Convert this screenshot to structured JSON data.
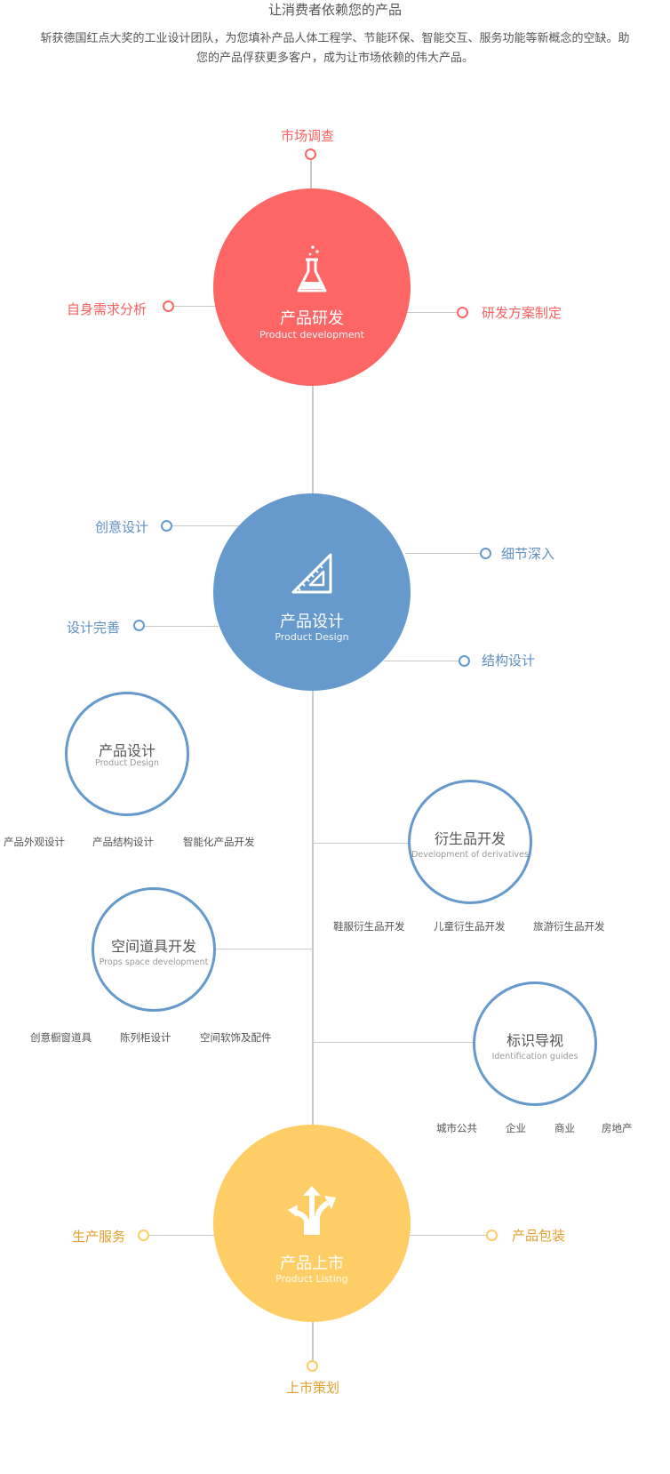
{
  "header": {
    "title": "让消费者依赖您的产品",
    "intro_line1": "斩获德国红点大奖的工业设计团队，为您填补产品人体工程学、节能环保、智能交互、服务功能等新概念的空缺。助",
    "intro_line2": "您的产品俘获更多客户，成为让市场依赖的伟大产品。"
  },
  "colors": {
    "red": "#fe6666",
    "blue": "#6699cc",
    "yellow": "#fecd66",
    "line": "#c9c9c9"
  },
  "stages": [
    {
      "title_zh": "产品研发",
      "title_en": "Product development",
      "icon": "flask-icon",
      "branches": {
        "top": "市场调查",
        "left": "自身需求分析",
        "right": "研发方案制定"
      }
    },
    {
      "title_zh": "产品设计",
      "title_en": "Product Design",
      "icon": "triangle-ruler-icon",
      "branches": {
        "left1": "创意设计",
        "left2": "设计完善",
        "right1": "细节深入",
        "right2": "结构设计"
      }
    },
    {
      "title_zh": "产品上市",
      "title_en": "Product Listing",
      "icon": "split-arrows-icon",
      "branches": {
        "left": "生产服务",
        "right": "产品包装",
        "bottom": "上市策划"
      }
    }
  ],
  "sub_services": [
    {
      "title_zh": "产品设计",
      "title_en": "Product Design",
      "items": [
        "产品外观设计",
        "产品结构设计",
        "智能化产品开发"
      ]
    },
    {
      "title_zh": "衍生品开发",
      "title_en": "Development of derivatives",
      "items": [
        "鞋服衍生品开发",
        "儿童衍生品开发",
        "旅游衍生品开发"
      ]
    },
    {
      "title_zh": "空间道具开发",
      "title_en": "Props space development",
      "items": [
        "创意橱窗道具",
        "陈列柜设计",
        "空间软饰及配件"
      ]
    },
    {
      "title_zh": "标识导视",
      "title_en": "Identification guides",
      "items": [
        "城市公共",
        "企业",
        "商业",
        "房地产"
      ]
    }
  ]
}
